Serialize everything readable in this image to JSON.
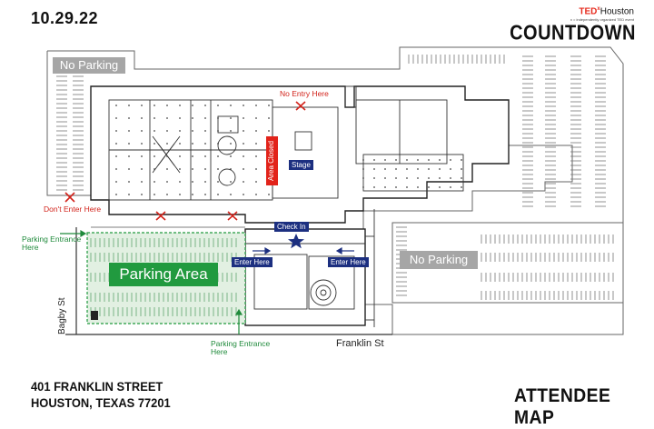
{
  "header": {
    "date": "10.29.22",
    "ted_brand": "TED",
    "ted_x": "x",
    "ted_city": "Houston",
    "ted_sub": "x = independently organized TED event",
    "event_name": "COUNTDOWN"
  },
  "map": {
    "no_parking_1": "No Parking",
    "no_parking_2": "No Parking",
    "parking_area": "Parking Area",
    "no_entry_here": "No Entry Here",
    "dont_enter_here": "Don't Enter Here",
    "area_closed": "Area Closed",
    "stage": "Stage",
    "check_in": "Check In",
    "enter_here_left": "Enter Here",
    "enter_here_right": "Enter Here",
    "parking_entrance_left": "Parking Entrance Here",
    "parking_entrance_bottom": "Parking Entrance Here",
    "street_franklin": "Franklin St",
    "street_bagby": "Bagby St"
  },
  "footer": {
    "address_line1": "401 FRANKLIN STREET",
    "address_line2": "HOUSTON, TEXAS 77201",
    "title": "ATTENDEE MAP"
  },
  "colors": {
    "ted_red": "#e62b1e",
    "closed_red": "#e2231a",
    "info_blue": "#1c2f80",
    "parking_green": "#219a3f",
    "no_parking_gray": "#a6a6a6"
  }
}
